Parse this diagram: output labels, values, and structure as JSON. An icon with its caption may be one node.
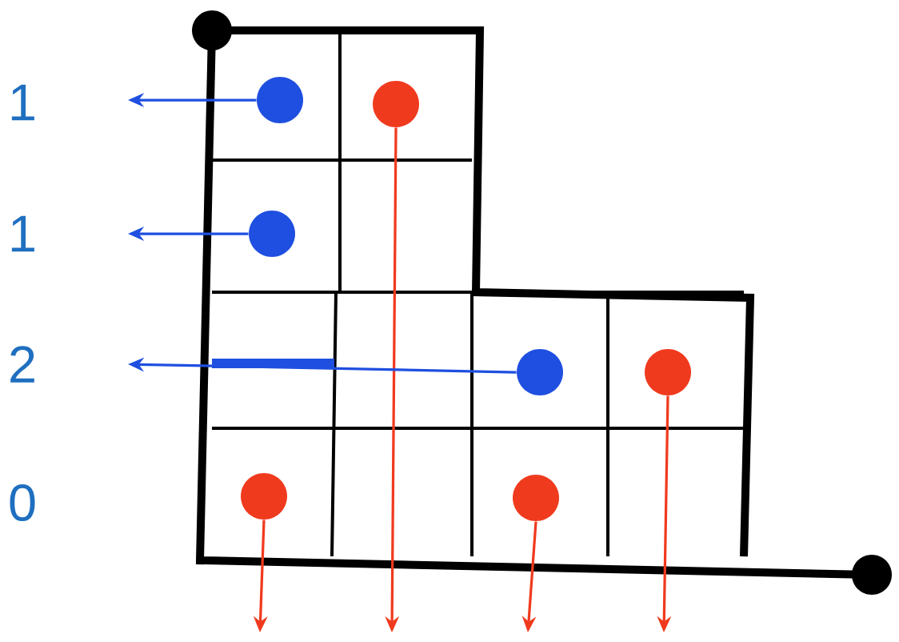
{
  "diagram": {
    "nodes": [
      {
        "text": [],
        "shape": "circle"
      },
      {
        "text": [],
        "shape": "circle"
      },
      {
        "text": [],
        "shape": "circle"
      },
      {
        "text": [],
        "shape": "circle"
      },
      {
        "text": [],
        "shape": "circle"
      },
      {
        "text": [],
        "shape": "circle"
      },
      {
        "text": [],
        "shape": "circle"
      },
      {
        "text": [],
        "shape": "circle"
      },
      {
        "text": [],
        "shape": "circle"
      }
    ],
    "edges": [
      {
        "from": 1,
        "to": null,
        "arrow": "to",
        "color": "#1f4fe0"
      },
      {
        "from": 2,
        "to": null,
        "arrow": "to",
        "color": "#f03a1e"
      },
      {
        "from": 3,
        "to": null,
        "arrow": "to",
        "color": "#1f4fe0"
      },
      {
        "from": 4,
        "to": null,
        "arrow": "to",
        "color": "#1f4fe0"
      },
      {
        "from": 5,
        "to": null,
        "arrow": "to",
        "color": "#f03a1e"
      },
      {
        "from": 6,
        "to": null,
        "arrow": "to",
        "color": "#f03a1e"
      },
      {
        "from": 7,
        "to": null,
        "arrow": "to",
        "color": "#f03a1e"
      }
    ],
    "labels": [
      "1",
      "1",
      "2",
      "0"
    ]
  }
}
